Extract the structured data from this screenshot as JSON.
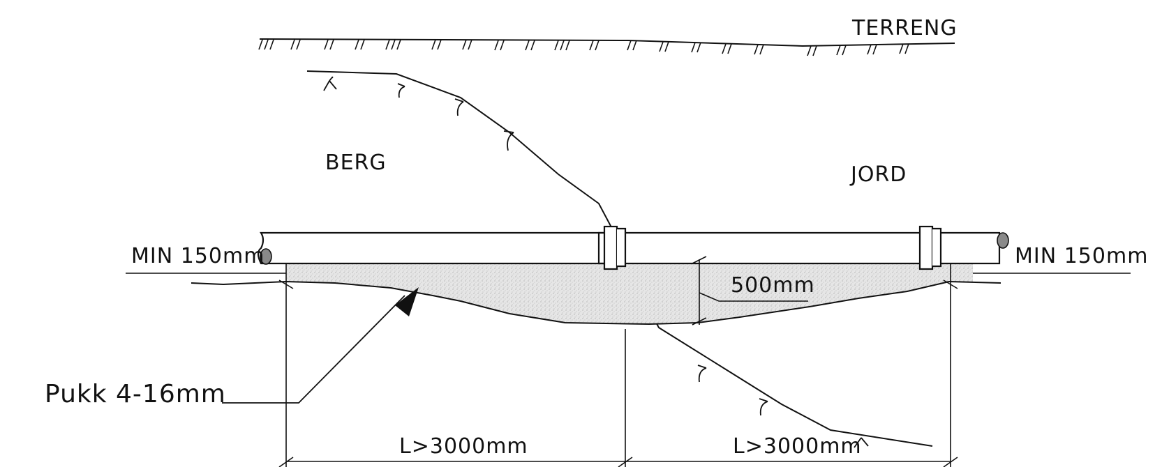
{
  "labels": {
    "terrain": "TERRENG",
    "rock": "BERG",
    "soil": "JORD",
    "min_cover_left": "MIN 150mm",
    "min_cover_right": "MIN 150mm",
    "bed_depth": "500mm",
    "gravel_note": "Pukk 4-16mm",
    "length_left": "L>3000mm",
    "length_right": "L>3000mm"
  },
  "colors": {
    "line": "#111111",
    "gravel_fill": "#e2e2e2",
    "pipe_fill": "#ffffff",
    "pipe_end": "#8a8a8a"
  }
}
